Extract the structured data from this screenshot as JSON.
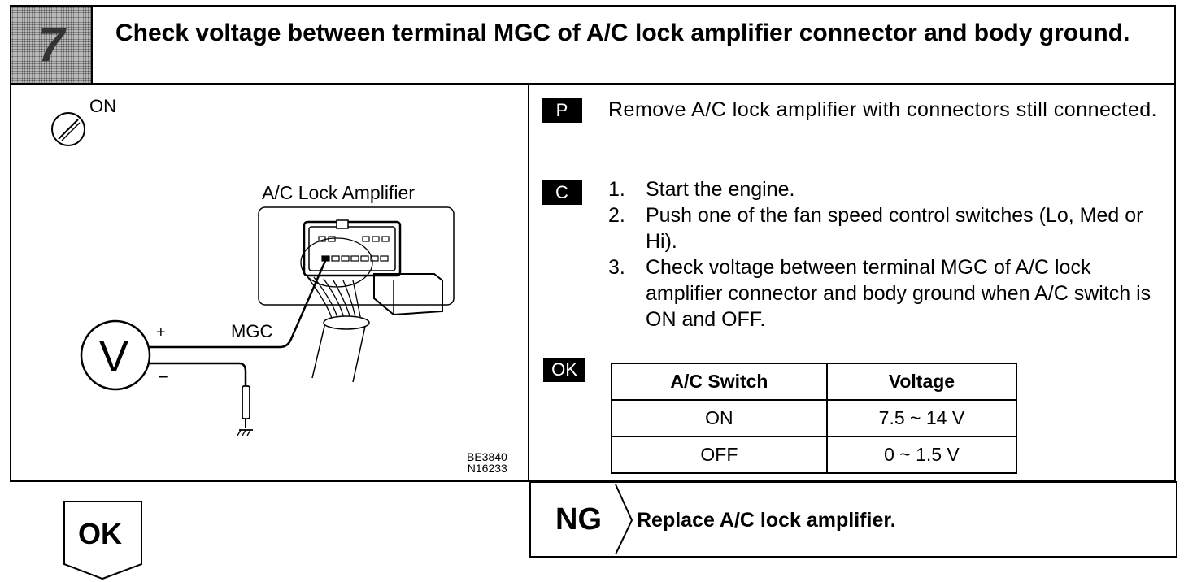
{
  "step": {
    "number": "7",
    "title": "Check voltage between terminal MGC of A/C lock amplifier connector and body ground."
  },
  "illustration": {
    "ignition_label": "ON",
    "component_label": "A/C Lock Amplifier",
    "terminal_label": "MGC",
    "meter_symbol": "V",
    "plus": "+",
    "minus": "−",
    "ref_codes": [
      "BE3840",
      "N16233"
    ]
  },
  "prepare": {
    "badge": "P",
    "text": "Remove A/C lock amplifier with connectors still connected."
  },
  "check": {
    "badge": "C",
    "steps": [
      {
        "num": "1.",
        "text": "Start the engine."
      },
      {
        "num": "2.",
        "text": "Push one of the fan speed control switches (Lo, Med or Hi)."
      },
      {
        "num": "3.",
        "text": "Check voltage between terminal MGC of A/C lock amplifier connector and body ground when A/C switch is ON and OFF."
      }
    ]
  },
  "ok_spec": {
    "badge": "OK",
    "headers": [
      "A/C Switch",
      "Voltage"
    ],
    "rows": [
      [
        "ON",
        "7.5 ~ 14 V"
      ],
      [
        "OFF",
        "0 ~ 1.5 V"
      ]
    ]
  },
  "ng": {
    "label": "NG",
    "text": "Replace A/C lock amplifier."
  },
  "ok_flow": {
    "label": "OK"
  }
}
